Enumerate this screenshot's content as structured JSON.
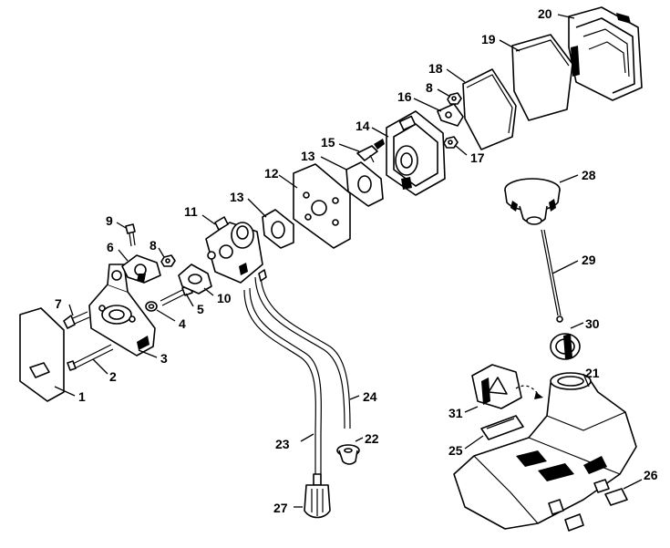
{
  "diagram": {
    "callouts": {
      "c1": "1",
      "c2": "2",
      "c3": "3",
      "c4": "4",
      "c5": "5",
      "c6": "6",
      "c7": "7",
      "c8a": "8",
      "c8b": "8",
      "c9": "9",
      "c10": "10",
      "c11": "11",
      "c12": "12",
      "c13a": "13",
      "c13b": "13",
      "c14": "14",
      "c15": "15",
      "c16": "16",
      "c17": "17",
      "c18": "18",
      "c19": "19",
      "c20": "20",
      "c21": "21",
      "c22": "22",
      "c23": "23",
      "c24": "24",
      "c25": "25",
      "c26": "26",
      "c27": "27",
      "c28": "28",
      "c29": "29",
      "c30": "30",
      "c31": "31"
    },
    "colors": {
      "line": "#000000",
      "background": "#ffffff"
    }
  }
}
